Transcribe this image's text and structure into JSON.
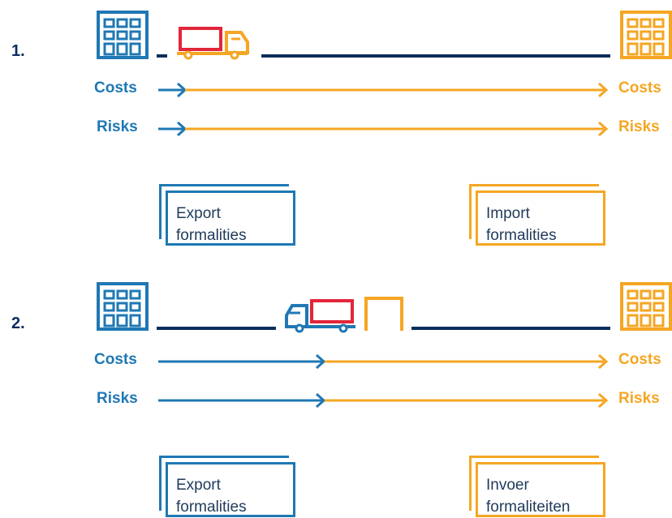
{
  "colors": {
    "navy": "#0d2d5c",
    "blue": "#1f78b4",
    "orange": "#f5a623",
    "red": "#e2263a"
  },
  "scenario1": {
    "number": "1.",
    "costs_left": "Costs",
    "costs_right": "Costs",
    "risks_left": "Risks",
    "risks_right": "Risks",
    "export_line1": "Export",
    "export_line2": "formalities",
    "import_line1": "Import",
    "import_line2": "formalities"
  },
  "scenario2": {
    "number": "2.",
    "costs_left": "Costs",
    "costs_right": "Costs",
    "risks_left": "Risks",
    "risks_right": "Risks",
    "export_line1": "Export",
    "export_line2": "formalities",
    "import_line1": "Invoer",
    "import_line2": "formaliteiten"
  },
  "icons": [
    "seller-building-icon",
    "buyer-building-icon",
    "truck-icon",
    "port-gate-icon",
    "arrow-icon"
  ]
}
